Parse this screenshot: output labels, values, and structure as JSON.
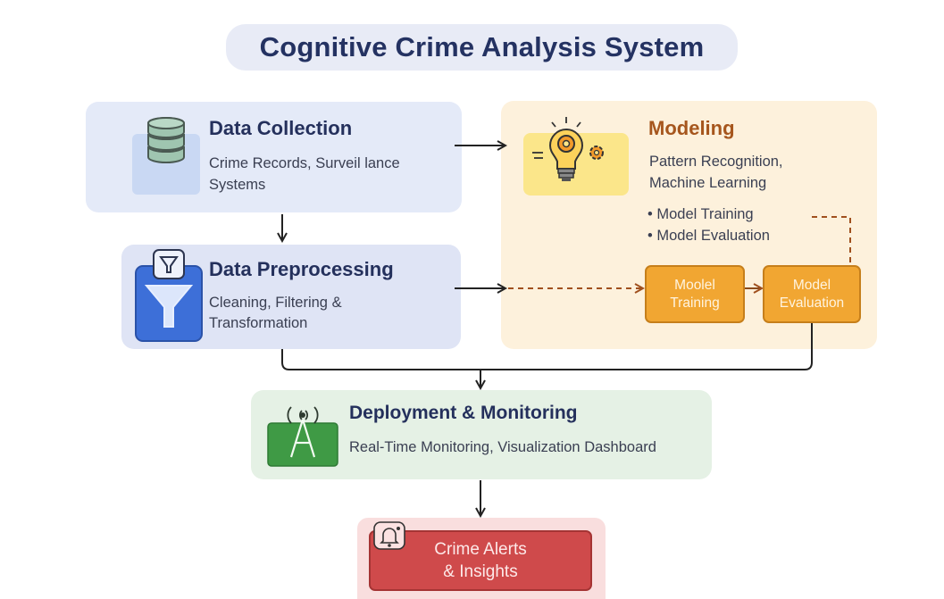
{
  "title": "Cognitive Crime Analysis System",
  "data_collection": {
    "heading": "Data Collection",
    "line1": "Crime Records, Surveil lance",
    "line2": "Systems",
    "icon": "database-icon"
  },
  "data_preprocessing": {
    "heading": "Data Preprocessing",
    "line1": "Cleaning, Filtering &",
    "line2": "Transformation",
    "icon": "funnel-icon"
  },
  "modeling": {
    "heading": "Modeling",
    "line1": "Pattern Recognition,",
    "line2": "Machine Learning",
    "bullet1": "• Model Training",
    "bullet2": "• Model Evaluation",
    "node1_line1": "Moolel",
    "node1_line2": "Training",
    "node2_line1": "Model",
    "node2_line2": "Evaluation",
    "icon": "lightbulb-gear-icon"
  },
  "deployment": {
    "heading": "Deployment & Monitoring",
    "line1": "Real-Time Monitoring, Visualization Dashboard",
    "icon": "antenna-icon"
  },
  "alerts": {
    "line1": "Crime Alerts",
    "line2": "& Insights",
    "icon": "bell-icon"
  },
  "colors": {
    "title_bg": "#e8ebf6",
    "collection_bg": "#e4eaf8",
    "preprocessing_bg": "#dfe4f5",
    "modeling_bg": "#fdf1dc",
    "deployment_bg": "#e5f1e5",
    "alerts_bg": "#f9dede",
    "alerts_button": "#cf4a4b",
    "orange_node": "#f1a632",
    "modeling_heading": "#a6561d"
  }
}
